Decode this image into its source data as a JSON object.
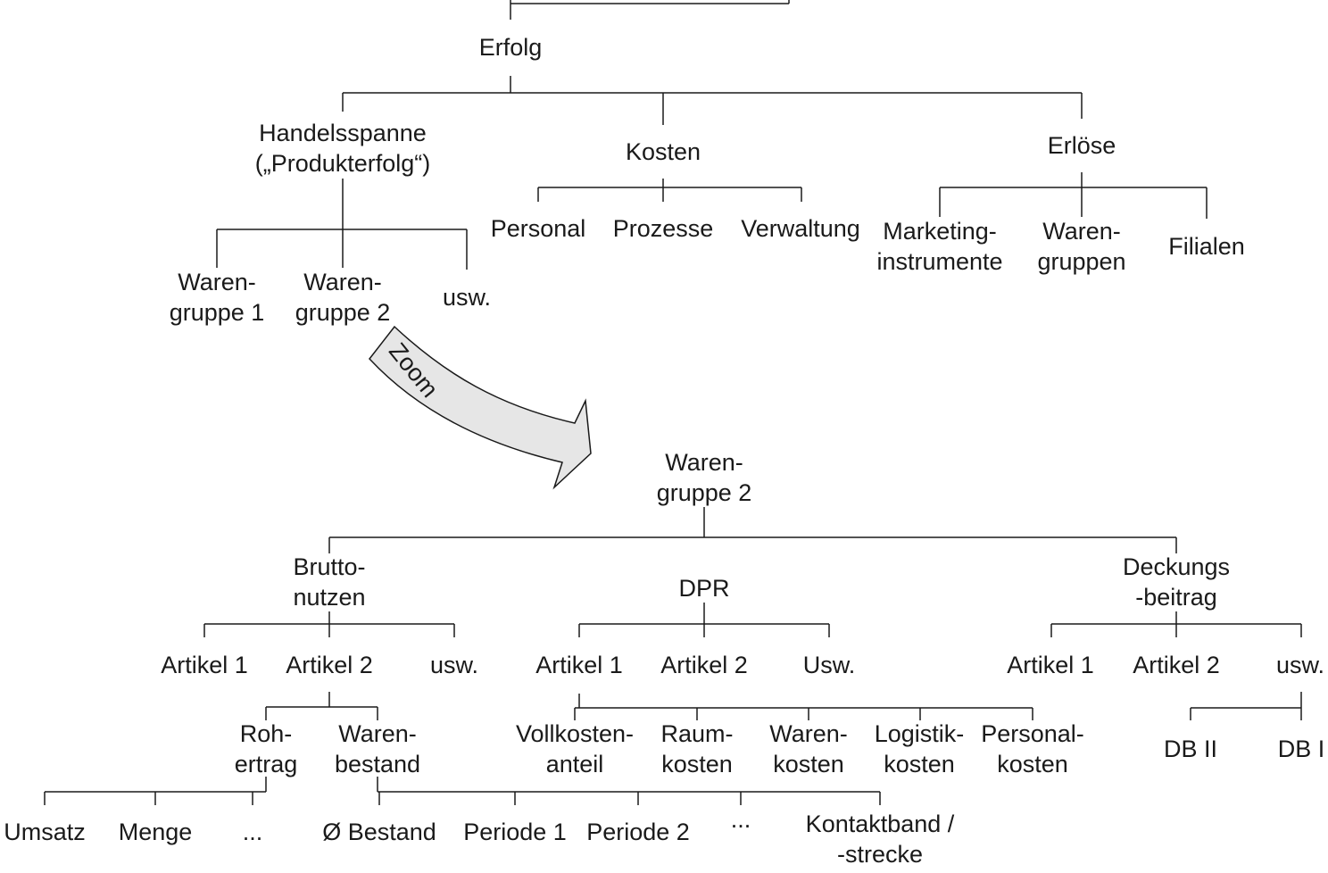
{
  "top": {
    "erfolg": "Erfolg",
    "handelsspanne": "Handelsspanne\n(„Produkterfolg“)",
    "kosten": "Kosten",
    "erloese": "Erlöse",
    "personal": "Personal",
    "prozesse": "Prozesse",
    "verwaltung": "Verwaltung",
    "marketing": "Marketing-\ninstrumente",
    "warengruppen": "Waren-\ngruppen",
    "filialen": "Filialen",
    "wg1": "Waren-\ngruppe 1",
    "wg2": "Waren-\ngruppe 2",
    "usw": "usw."
  },
  "zoom": {
    "label": "Zoom"
  },
  "bottom": {
    "root": "Waren-\ngruppe 2",
    "bruttonutzen": "Brutto-\nnutzen",
    "dpr": "DPR",
    "deckungsbeitrag": "Deckungs\n-beitrag",
    "bn_artikel1": "Artikel 1",
    "bn_artikel2": "Artikel 2",
    "bn_usw": "usw.",
    "dpr_artikel1": "Artikel 1",
    "dpr_artikel2": "Artikel 2",
    "dpr_usw": "Usw.",
    "db_artikel1": "Artikel 1",
    "db_artikel2": "Artikel 2",
    "db_usw": "usw.",
    "rohertrag": "Roh-\nertrag",
    "warenbestand": "Waren-\nbestand",
    "vollkosten": "Vollkosten-\nanteil",
    "raumkosten": "Raum-\nkosten",
    "warenkosten": "Waren-\nkosten",
    "logistik": "Logistik-\nkosten",
    "personalkosten": "Personal-\nkosten",
    "db2": "DB II",
    "db1": "DB I",
    "umsatz": "Umsatz",
    "menge": "Menge",
    "dots1": "...",
    "bestand": "Ø Bestand",
    "periode1": "Periode 1",
    "periode2": "Periode 2",
    "dots2": "...",
    "kontaktband": "Kontaktband /\n-strecke"
  }
}
